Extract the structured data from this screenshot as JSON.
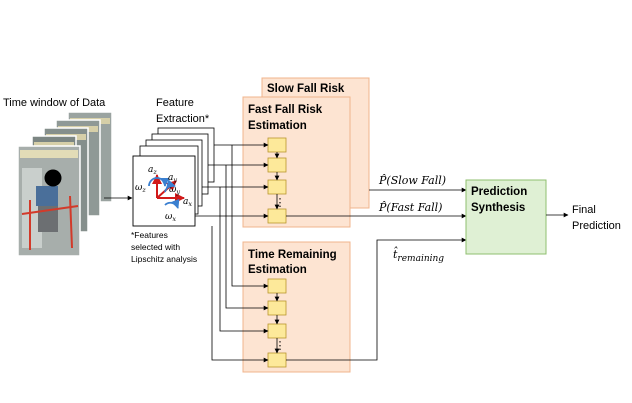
{
  "colors": {
    "panel_fill": "#fde4d2",
    "panel_stroke": "#f0b48c",
    "unit_fill": "#fde99a",
    "unit_stroke": "#b8962e",
    "synth_fill": "#dff0d4",
    "synth_stroke": "#8fbf6f",
    "axis_red": "#d11a1a",
    "axis_blue": "#3a7fd0"
  },
  "input": {
    "title": "Time window of Data",
    "icon": "video-frame-stack-icon"
  },
  "features": {
    "title_line1": "Feature",
    "title_line2": "Extraction*",
    "axis_labels": [
      "a",
      "a",
      "a",
      "ω",
      "ω",
      "ω"
    ],
    "axis_subscripts": [
      "z",
      "y",
      "x",
      "z",
      "y",
      "x"
    ],
    "note_line1": "*Features",
    "note_line2": "selected with",
    "note_line3": "Lipschitz analysis"
  },
  "slow_panel": {
    "title": "Slow Fall Risk"
  },
  "fast_panel": {
    "title_line1": "Fast Fall Risk",
    "title_line2": "Estimation",
    "ellipsis": "⋮"
  },
  "time_panel": {
    "title_line1": "Time Remaining",
    "title_line2": "Estimation",
    "ellipsis": "⋮"
  },
  "signals": {
    "slow": "P̂(Slow Fall)",
    "fast": "P̂(Fast Fall)",
    "time_base": "t̂",
    "time_sub": "remaining"
  },
  "synthesis": {
    "line1": "Prediction",
    "line2": "Synthesis"
  },
  "output": {
    "line1": "Final",
    "line2": "Prediction"
  }
}
